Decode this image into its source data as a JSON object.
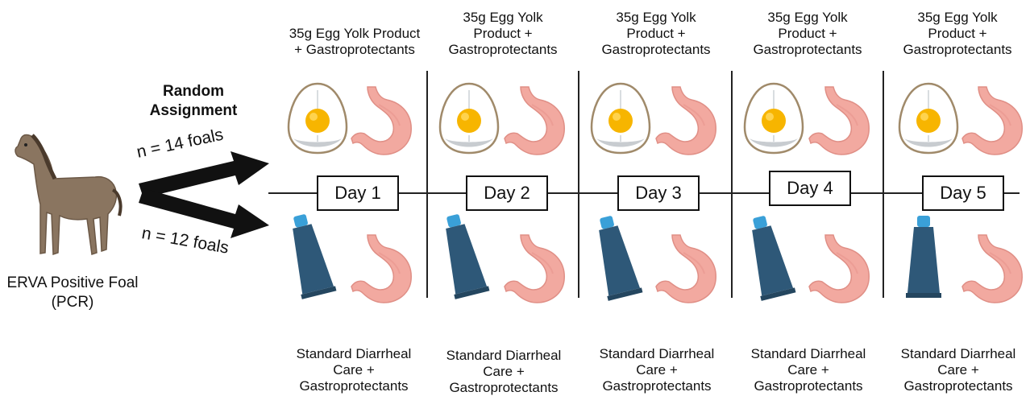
{
  "assignment": {
    "label_line1": "Random",
    "label_line2": "Assignment",
    "group1": "n = 14 foals",
    "group2": "n = 12 foals"
  },
  "foal": {
    "line1": "ERVA Positive Foal",
    "line2": "(PCR)"
  },
  "days": [
    {
      "label": "Day 1",
      "top": "35g Egg Yolk Product\n+ Gastroprotectants",
      "bottom": "Standard Diarrheal\nCare +\nGastroprotectants"
    },
    {
      "label": "Day 2",
      "top": "35g Egg Yolk\nProduct +\nGastroprotectants",
      "bottom": "Standard Diarrheal\nCare +\nGastroprotectants"
    },
    {
      "label": "Day 3",
      "top": "35g Egg Yolk\nProduct +\nGastroprotectants",
      "bottom": "Standard Diarrheal\nCare +\nGastroprotectants"
    },
    {
      "label": "Day 4",
      "top": "35g Egg Yolk\nProduct +\nGastroprotectants",
      "bottom": "Standard Diarrheal\nCare +\nGastroprotectants"
    },
    {
      "label": "Day 5",
      "top": "35g Egg Yolk\nProduct +\nGastroprotectants",
      "bottom": "Standard Diarrheal\nCare +\nGastroprotectants"
    }
  ],
  "icons": {
    "foal": "foal-icon",
    "egg": "egg-icon",
    "stomach": "stomach-icon",
    "tube": "medicine-tube-icon"
  },
  "colors": {
    "foal_body": "#8a7560",
    "egg_yolk": "#f7b500",
    "stomach": "#f2a9a0",
    "tube": "#2e5878"
  }
}
